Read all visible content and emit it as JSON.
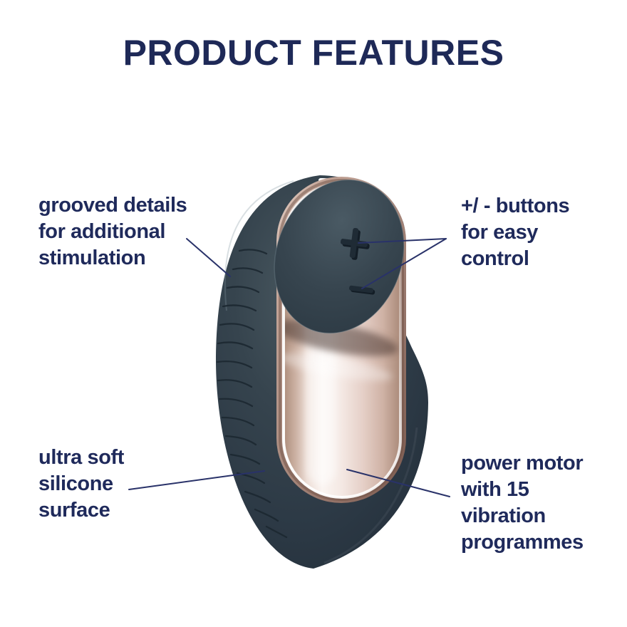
{
  "title": "PRODUCT FEATURES",
  "annotations": {
    "grooved": {
      "lines": [
        "grooved details",
        "for additional",
        "stimulation"
      ]
    },
    "control": {
      "lines": [
        "+/ - buttons",
        "for easy",
        "control"
      ]
    },
    "silicone": {
      "lines": [
        "ultra soft",
        "silicone",
        "surface"
      ]
    },
    "motor": {
      "lines": [
        "power motor",
        "with 15",
        "vibration",
        "programmes"
      ]
    }
  },
  "device": {
    "description": "dark navy silicone vibrator with rose-gold metal panel",
    "icons": {
      "plus": "plus-button-icon",
      "minus": "minus-button-icon",
      "grooves": "groove-lines"
    }
  },
  "colors": {
    "background": "#ffffff",
    "text_navy": "#1f2a5b",
    "title_navy": "#1e2957",
    "leader_line": "#293269",
    "body_dark": "#32404c",
    "groove_dark": "#1c2831",
    "rose_gold": "#b4948a",
    "metal_highlight": "#f8f1ee"
  }
}
